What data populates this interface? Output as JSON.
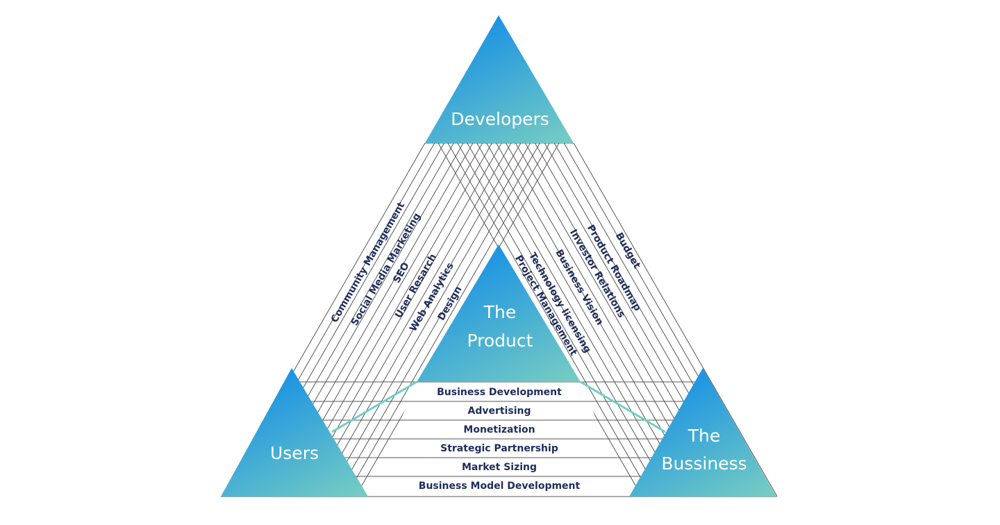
{
  "nodes": {
    "developers": "Developers",
    "product_line1": "The",
    "product_line2": "Product",
    "users": "Users",
    "business_line1": "The",
    "business_line2": "Bussiness"
  },
  "left_labels": [
    "Community Management",
    "Social Media Marketing",
    "SEO",
    "User Resarch",
    "Web Analytics",
    "Design"
  ],
  "right_labels": [
    "Budget",
    "Product Roadmap",
    "Investor Relations",
    "Business Vision",
    "Technology licensing",
    "Project Management"
  ],
  "bottom_labels": [
    "Business Development",
    "Advertising",
    "Monetization",
    "Strategic Partnership",
    "Market Sizing",
    "Business Model Development"
  ],
  "colors": {
    "gradient_start": "#138ee6",
    "gradient_end": "#74cbc4",
    "label": "#1f2d5c",
    "connector": "#6fd0c8"
  }
}
